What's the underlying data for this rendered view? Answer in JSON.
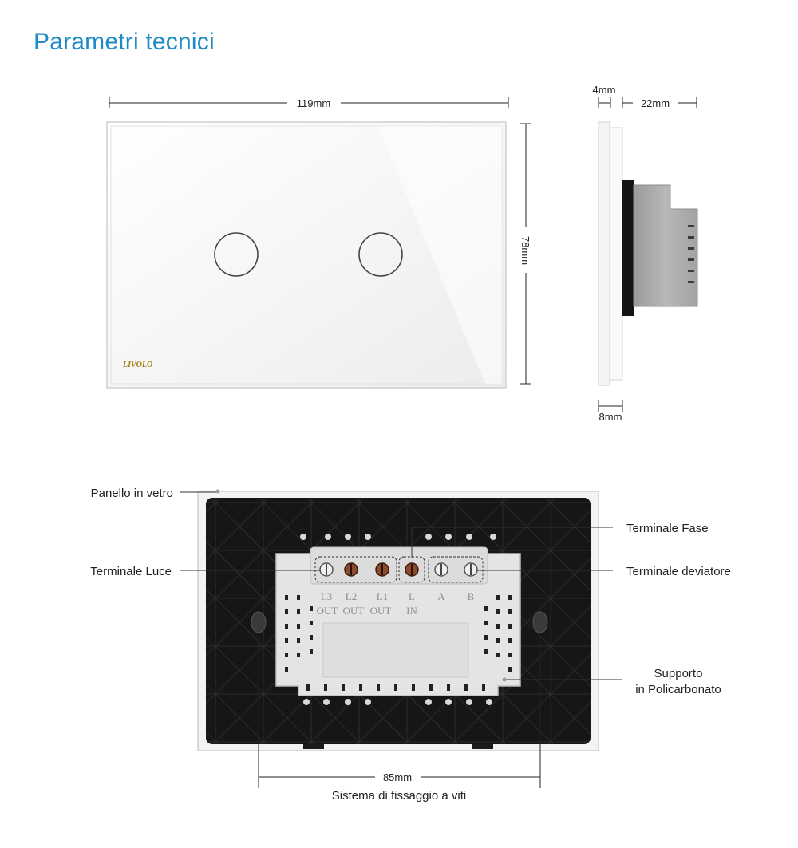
{
  "title": "Parametri tecnici",
  "brand_logo": "LIVOLO",
  "dimensions": {
    "width": "119mm",
    "height": "78mm",
    "glass_thickness": "4mm",
    "depth": "22mm",
    "plate_thickness": "8mm",
    "screw_distance": "85mm"
  },
  "callouts": {
    "glass_panel": "Panello in vetro",
    "light_terminal": "Terminale Luce",
    "phase_terminal": "Terminale Fase",
    "switch_terminal": "Terminale deviatore",
    "support_line1": "Supporto",
    "support_line2": "in Policarbonato",
    "screw_system": "Sistema di fissaggio a viti"
  },
  "terminal_labels": {
    "top": [
      "L3",
      "L2",
      "L1",
      "L",
      "A",
      "B"
    ],
    "bottom": [
      "OUT",
      "OUT",
      "OUT",
      "IN"
    ]
  },
  "colors": {
    "title": "#1f8bc6",
    "glass": "#f7f7f7",
    "back_plate": "#141414",
    "module": "#e4e4e4",
    "terminal_screw": "#8a4a2c"
  }
}
